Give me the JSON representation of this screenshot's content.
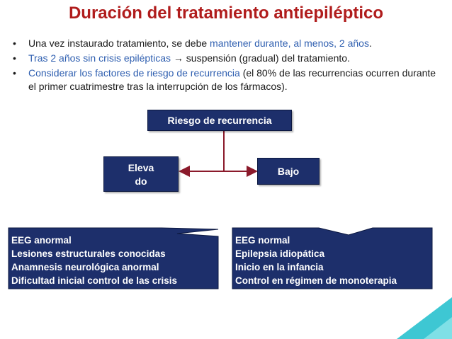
{
  "title": "Duración del tratamiento antiepiléptico",
  "bullets": [
    {
      "parts": [
        "Una vez instaurado tratamiento, se debe ",
        "mantener durante, al menos, 2 años",
        "."
      ]
    },
    {
      "parts": [
        "Tras 2 años sin crisis epilépticas",
        " → suspensión (gradual) del tratamiento."
      ]
    },
    {
      "parts": [
        "Considerar los factores de riesgo de recurrencia",
        " (el 80% de las recurrencias ocurren durante el primer cuatrimestre tras la interrupción de los fármacos)."
      ]
    }
  ],
  "diagram": {
    "risk_label": "Riesgo de recurrencia",
    "high_label_line1": "Eleva",
    "high_label_line2": "do",
    "low_label": "Bajo"
  },
  "callouts": {
    "high": [
      "EEG anormal",
      "Lesiones estructurales conocidas",
      "Anamnesis neurológica anormal",
      "Dificultad inicial control de las crisis"
    ],
    "low": [
      "EEG normal",
      "Epilepsia idiopática",
      "Inicio en la infancia",
      "Control en régimen de monoterapia"
    ]
  },
  "colors": {
    "title": "#b01c1c",
    "highlight": "#2f5fb0",
    "box": "#1d2f6b",
    "connector": "#8b1a2b",
    "corner_accent": "#3ec7d3"
  }
}
